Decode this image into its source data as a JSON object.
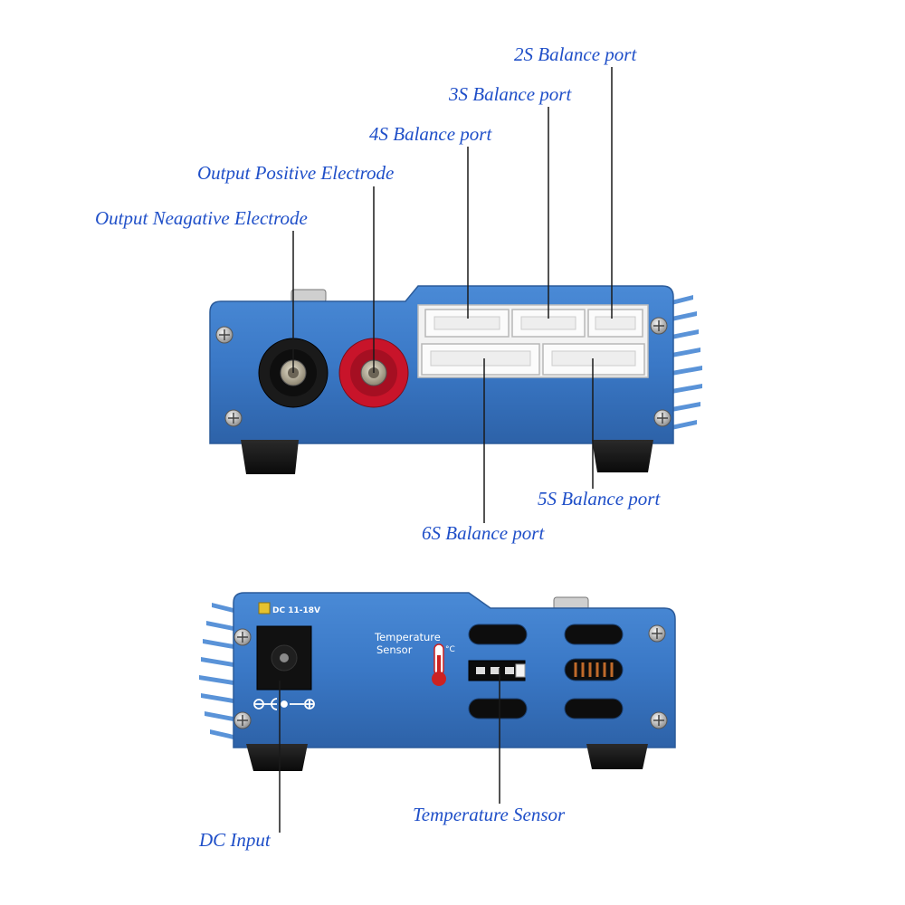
{
  "callouts": {
    "balance_2s": "2S Balance port",
    "balance_3s": "3S Balance port",
    "balance_4s": "4S Balance port",
    "output_positive": "Output Positive Electrode",
    "output_negative": "Output Neagative Electrode",
    "balance_5s": "5S Balance port",
    "balance_6s": "6S Balance port",
    "temperature_sensor": "Temperature Sensor",
    "dc_input": "DC Input"
  },
  "rear_panel": {
    "dc_rating": "DC 11-18V",
    "temp_label_line1": "Temperature",
    "temp_label_line2": "Sensor",
    "temp_unit": "°C"
  },
  "colors": {
    "callout_text": "#1f4fc8",
    "housing_blue": "#3a78c6",
    "positive_terminal": "#c8142a",
    "negative_terminal": "#1a1a1a"
  },
  "icons": {
    "thermometer": "thermometer-icon",
    "polarity": "dc-polarity-icon"
  }
}
